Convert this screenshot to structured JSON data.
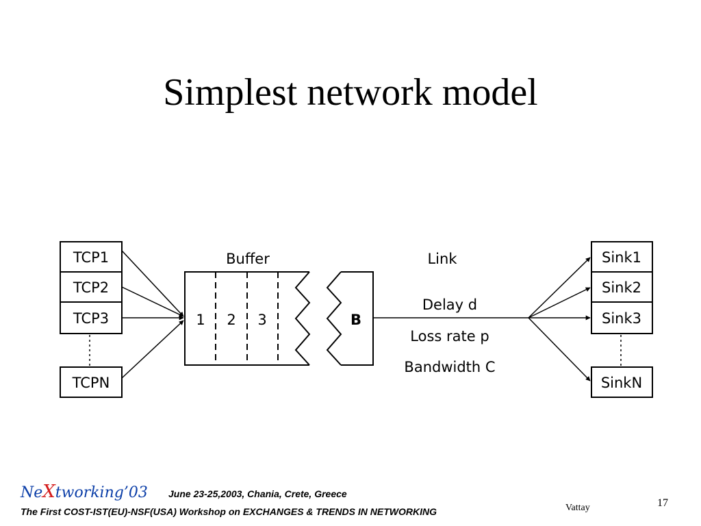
{
  "slide": {
    "title": "Simplest network model",
    "page_number": "17",
    "author": "Vattay"
  },
  "diagram": {
    "sources": [
      "TCP1",
      "TCP2",
      "TCP3",
      "TCPN"
    ],
    "buffer_label": "Buffer",
    "buffer_slots": [
      "1",
      "2",
      "3"
    ],
    "server_label": "B",
    "link_label": "Link",
    "link_params": [
      "Delay d",
      "Loss rate p",
      "Bandwidth C"
    ],
    "sinks": [
      "Sink1",
      "Sink2",
      "Sink3",
      "SinkN"
    ]
  },
  "footer": {
    "logo_pre": "Ne",
    "logo_x": "X",
    "logo_post": "tworking’03",
    "date_place": "June 23-25,2003, Chania, Crete, Greece",
    "workshop": "The First COST-IST(EU)-NSF(USA) Workshop on EXCHANGES & TRENDS IN NETWORKING"
  }
}
